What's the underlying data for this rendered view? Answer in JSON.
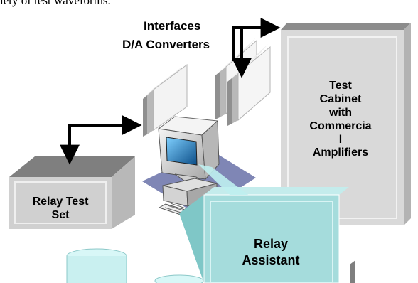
{
  "caption": "iety of test waveforms.",
  "labels": {
    "interfaces": "Interfaces",
    "converters": "D/A Converters",
    "cabinet": [
      "Test",
      "Cabinet",
      "with",
      "Commercia",
      "l",
      "Amplifiers"
    ],
    "relay_test_set": [
      "Relay Test",
      "Set"
    ],
    "relay_assistant": [
      "Relay",
      "Assistant"
    ]
  },
  "colors": {
    "cabinet_front": "#d9d9d9",
    "cabinet_top": "#8c8c8c",
    "cabinet_side": "#b3b3b3",
    "card_front": "#dcdcdc",
    "card_edge": "#a5a5a5",
    "relay_box_front": "#cfcfcf",
    "relay_box_top": "#7f7f7f",
    "shadow_area": "#7f86b5",
    "assistant_front": "#a5dcdc",
    "assistant_side": "#7fc7c7",
    "assistant_top": "#c4ecec",
    "monitor_screen": "#2f7fbf",
    "monitor_body": "#d7d7d7",
    "cylinder": "#c9f0f0",
    "arrow": "#000000"
  }
}
